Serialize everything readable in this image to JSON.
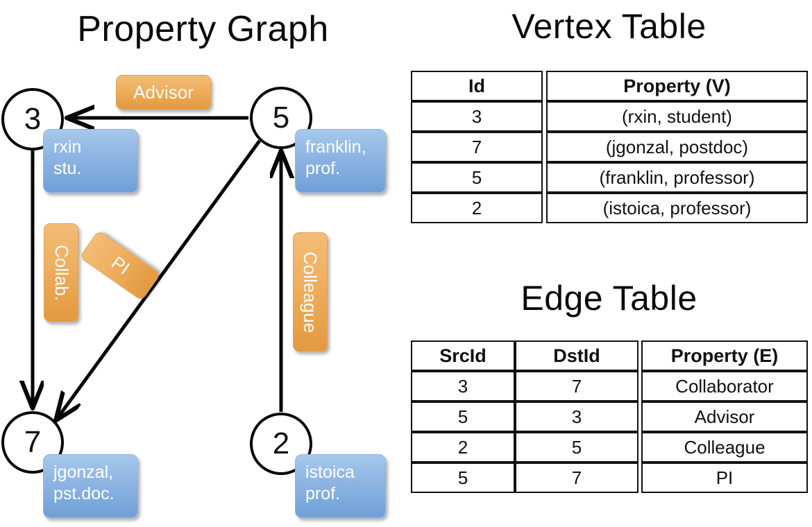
{
  "titles": {
    "property_graph": "Property Graph",
    "vertex_table": "Vertex Table",
    "edge_table": "Edge Table"
  },
  "colors": {
    "vertex_property_fill": "#ccd9ee",
    "edge_property_fill": "#f6ddc3",
    "vertex_box_blue": "#8db4e2",
    "edge_label_orange": "#eeae5e",
    "stroke_black": "#111111",
    "background": "#ffffff"
  },
  "graph": {
    "nodes": [
      {
        "id": "3",
        "label": "3",
        "property_lines": [
          "rxin",
          "stu."
        ]
      },
      {
        "id": "5",
        "label": "5",
        "property_lines": [
          "franklin,",
          "prof."
        ]
      },
      {
        "id": "7",
        "label": "7",
        "property_lines": [
          "jgonzal,",
          "pst.doc."
        ]
      },
      {
        "id": "2",
        "label": "2",
        "property_lines": [
          "istoica",
          "prof."
        ]
      }
    ],
    "edge_labels": [
      {
        "name": "advisor",
        "text": "Advisor",
        "orientation": "horizontal"
      },
      {
        "name": "collab",
        "text": "Collab.",
        "orientation": "vertical-cw"
      },
      {
        "name": "pi",
        "text": "PI",
        "orientation": "rotated-diagonal"
      },
      {
        "name": "colleague",
        "text": "Colleague",
        "orientation": "vertical-cw"
      }
    ],
    "edges": [
      {
        "src": "5",
        "dst": "3",
        "label": "Advisor"
      },
      {
        "src": "3",
        "dst": "7",
        "label": "Collab."
      },
      {
        "src": "5",
        "dst": "7",
        "label": "PI"
      },
      {
        "src": "2",
        "dst": "5",
        "label": "Colleague"
      }
    ]
  },
  "vertex_table": {
    "headers": [
      "Id",
      "Property (V)"
    ],
    "rows": [
      {
        "id": "3",
        "property": "(rxin, student)"
      },
      {
        "id": "7",
        "property": "(jgonzal, postdoc)"
      },
      {
        "id": "5",
        "property": "(franklin, professor)"
      },
      {
        "id": "2",
        "property": "(istoica, professor)"
      }
    ]
  },
  "edge_table": {
    "headers": [
      "SrcId",
      "DstId",
      "Property (E)"
    ],
    "rows": [
      {
        "src": "3",
        "dst": "7",
        "property": "Collaborator"
      },
      {
        "src": "5",
        "dst": "3",
        "property": "Advisor"
      },
      {
        "src": "2",
        "dst": "5",
        "property": "Colleague"
      },
      {
        "src": "5",
        "dst": "7",
        "property": "PI"
      }
    ]
  }
}
